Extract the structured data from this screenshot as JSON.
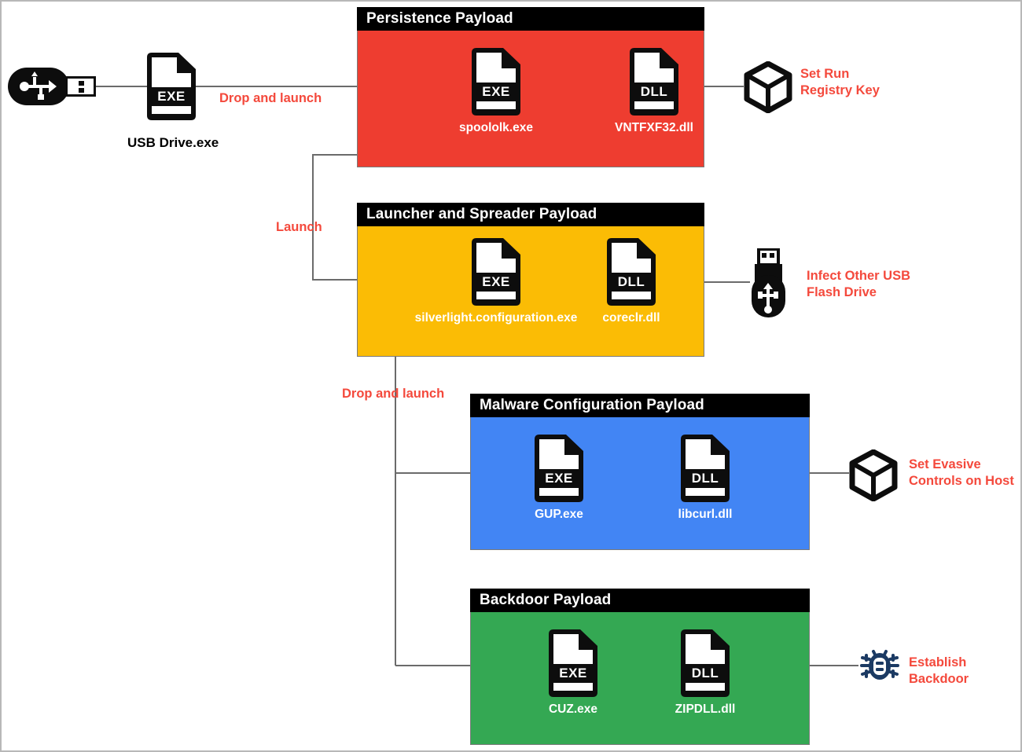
{
  "diagram": {
    "title": "USB malware payload execution chain",
    "colors": {
      "red": "#ee3d30",
      "amber": "#fbbc05",
      "blue": "#4285f4",
      "green": "#34a853",
      "annotation_red": "#f4493c",
      "bug_navy": "#1b3a63",
      "connector_gray": "#6b6b6b",
      "header_black": "#000000"
    },
    "source": {
      "usb_icon": "usb-drive-icon",
      "file_icon": "exe-file-icon",
      "file_ext": "EXE",
      "label": "USB Drive.exe"
    },
    "edge_labels": {
      "drop_and_launch_1": "Drop and launch",
      "launch": "Launch",
      "drop_and_launch_2": "Drop and launch"
    },
    "payloads": [
      {
        "id": "persistence",
        "title": "Persistence Payload",
        "color": "red",
        "files": [
          {
            "ext": "EXE",
            "name": "spoololk.exe",
            "icon": "exe-file-icon"
          },
          {
            "ext": "DLL",
            "name": "VNTFXF32.dll",
            "icon": "dll-file-icon"
          }
        ],
        "outcome": {
          "icon": "cube-box-icon",
          "lines": [
            "Set Run",
            "Registry Key"
          ]
        }
      },
      {
        "id": "launcher",
        "title": "Launcher and Spreader Payload",
        "color": "amber",
        "files": [
          {
            "ext": "EXE",
            "name": "silverlight.configuration.exe",
            "icon": "exe-file-icon"
          },
          {
            "ext": "DLL",
            "name": "coreclr.dll",
            "icon": "dll-file-icon"
          }
        ],
        "outcome": {
          "icon": "usb-flash-drive-icon",
          "lines": [
            "Infect Other USB",
            "Flash Drive"
          ]
        }
      },
      {
        "id": "malware-config",
        "title": "Malware Configuration Payload",
        "color": "blue",
        "files": [
          {
            "ext": "EXE",
            "name": "GUP.exe",
            "icon": "exe-file-icon"
          },
          {
            "ext": "DLL",
            "name": "libcurl.dll",
            "icon": "dll-file-icon"
          }
        ],
        "outcome": {
          "icon": "cube-box-icon",
          "lines": [
            "Set Evasive",
            "Controls on Host"
          ]
        }
      },
      {
        "id": "backdoor",
        "title": "Backdoor Payload",
        "color": "green",
        "files": [
          {
            "ext": "EXE",
            "name": "CUZ.exe",
            "icon": "exe-file-icon"
          },
          {
            "ext": "DLL",
            "name": "ZIPDLL.dll",
            "icon": "dll-file-icon"
          }
        ],
        "outcome": {
          "icon": "bug-icon",
          "lines": [
            "Establish",
            "Backdoor"
          ]
        }
      }
    ]
  }
}
